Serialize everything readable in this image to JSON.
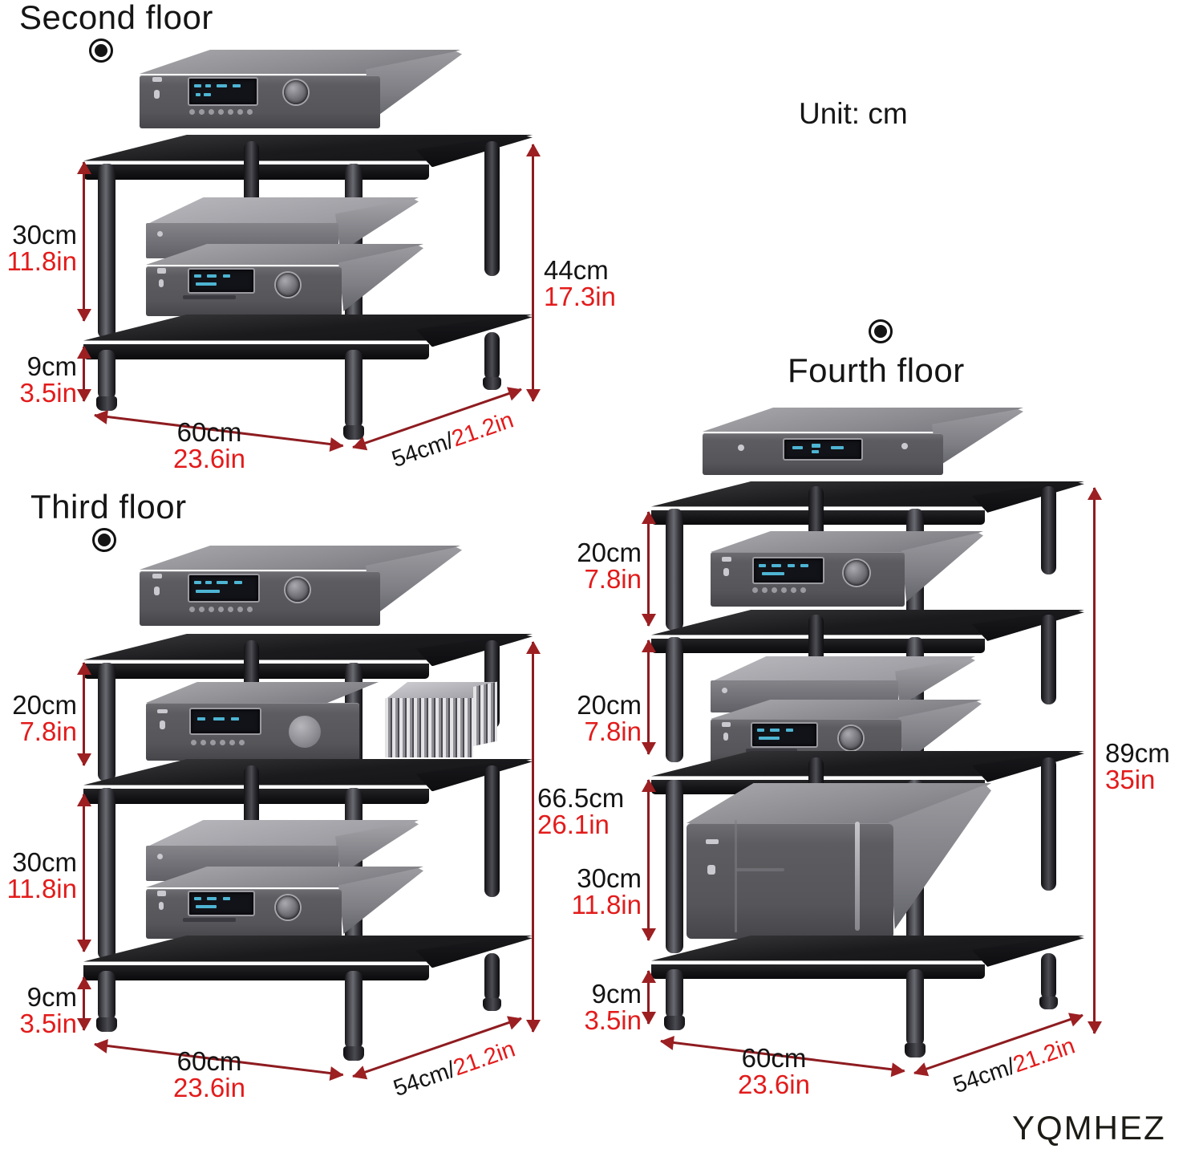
{
  "diagram": {
    "unit_note": "Unit: cm",
    "watermark": "YQMHEZ"
  },
  "panels": [
    {
      "id": "second-floor",
      "title": "Second floor",
      "shelves": 2,
      "height_dims": [
        {
          "cm": "30cm",
          "in": "11.8in"
        },
        {
          "cm": "9cm",
          "in": "3.5in"
        }
      ],
      "total_dim": {
        "cm": "44cm",
        "in": "17.3in"
      },
      "width_dim": {
        "cm": "60cm",
        "in": "23.6in"
      },
      "depth_dim": {
        "cm": "54cm/",
        "in": "21.2in"
      }
    },
    {
      "id": "third-floor",
      "title": "Third floor",
      "shelves": 3,
      "height_dims": [
        {
          "cm": "20cm",
          "in": "7.8in"
        },
        {
          "cm": "30cm",
          "in": "11.8in"
        },
        {
          "cm": "9cm",
          "in": "3.5in"
        }
      ],
      "total_dim": {
        "cm": "66.5cm",
        "in": "26.1in"
      },
      "width_dim": {
        "cm": "60cm",
        "in": "23.6in"
      },
      "depth_dim": {
        "cm": "54cm/",
        "in": "21.2in"
      }
    },
    {
      "id": "fourth-floor",
      "title": "Fourth floor",
      "shelves": 4,
      "height_dims": [
        {
          "cm": "20cm",
          "in": "7.8in"
        },
        {
          "cm": "20cm",
          "in": "7.8in"
        },
        {
          "cm": "30cm",
          "in": "11.8in"
        },
        {
          "cm": "9cm",
          "in": "3.5in"
        }
      ],
      "total_dim": {
        "cm": "89cm",
        "in": "35in"
      },
      "width_dim": {
        "cm": "60cm",
        "in": "23.6in"
      },
      "depth_dim": {
        "cm": "54cm/",
        "in": "21.2in"
      }
    }
  ],
  "colors": {
    "dimension_cm": "#141414",
    "dimension_in": "#e31b1b",
    "arrow": "#8e1c20",
    "shelf": "#121214",
    "leg": "#4b4b51"
  }
}
